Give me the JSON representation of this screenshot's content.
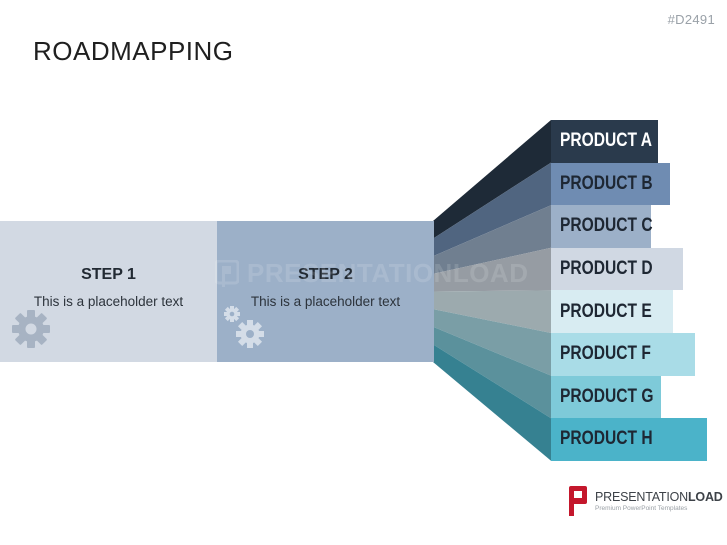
{
  "slide_id": "#D2491",
  "title": "ROADMAPPING",
  "watermark": "PRESENTATIONLOAD",
  "steps": [
    {
      "title": "STEP 1",
      "text": "This is a placeholder text",
      "icon": "gear-icon"
    },
    {
      "title": "STEP 2",
      "text": "This is a placeholder text",
      "icon": "gears-icon"
    }
  ],
  "products": [
    {
      "label": "PRODUCT A",
      "color": "#2a3a4c",
      "text_color": "#ffffff"
    },
    {
      "label": "PRODUCT B",
      "color": "#6f8cb2",
      "text_color": "#1e2733"
    },
    {
      "label": "PRODUCT C",
      "color": "#9cb0c8",
      "text_color": "#1e2733"
    },
    {
      "label": "PRODUCT D",
      "color": "#d0d8e3",
      "text_color": "#1e2733"
    },
    {
      "label": "PRODUCT E",
      "color": "#d8ecf2",
      "text_color": "#1e2733"
    },
    {
      "label": "PRODUCT F",
      "color": "#a9dce7",
      "text_color": "#1e2733"
    },
    {
      "label": "PRODUCT G",
      "color": "#7ecad9",
      "text_color": "#1e2733"
    },
    {
      "label": "PRODUCT H",
      "color": "#4bb3c9",
      "text_color": "#1e2733"
    }
  ],
  "brand": {
    "name_regular": "PRESENTATION",
    "name_bold": "LOAD",
    "tagline": "Premium PowerPoint Templates",
    "color": "#c4172c"
  }
}
